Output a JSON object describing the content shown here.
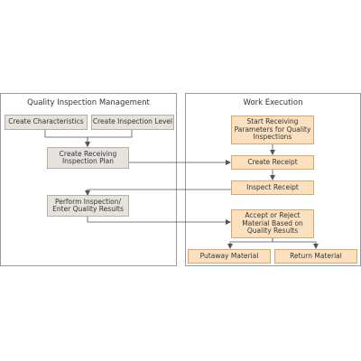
{
  "panels": {
    "left_title": "Quality Inspection Management",
    "right_title": "Work Execution"
  },
  "nodes": {
    "create_characteristics": "Create Characteristics",
    "create_inspection_level": "Create Inspection Level",
    "create_receiving_plan": "Create Receiving\nInspection Plan",
    "perform_inspection": "Perform Inspection/\nEnter Quality Results",
    "start_receiving": "Start Receiving\nParameters for Quality\nInspections",
    "create_receipt": "Create Receipt",
    "inspect_receipt": "Inspect Receipt",
    "accept_reject": "Accept or Reject\nMaterial Based on\nQuality Results",
    "putaway_material": "Putaway Material",
    "return_material": "Return Material"
  },
  "colors": {
    "grey_box": "#e6e3dd",
    "orange_box": "#fbe1c0",
    "line": "#555555"
  }
}
